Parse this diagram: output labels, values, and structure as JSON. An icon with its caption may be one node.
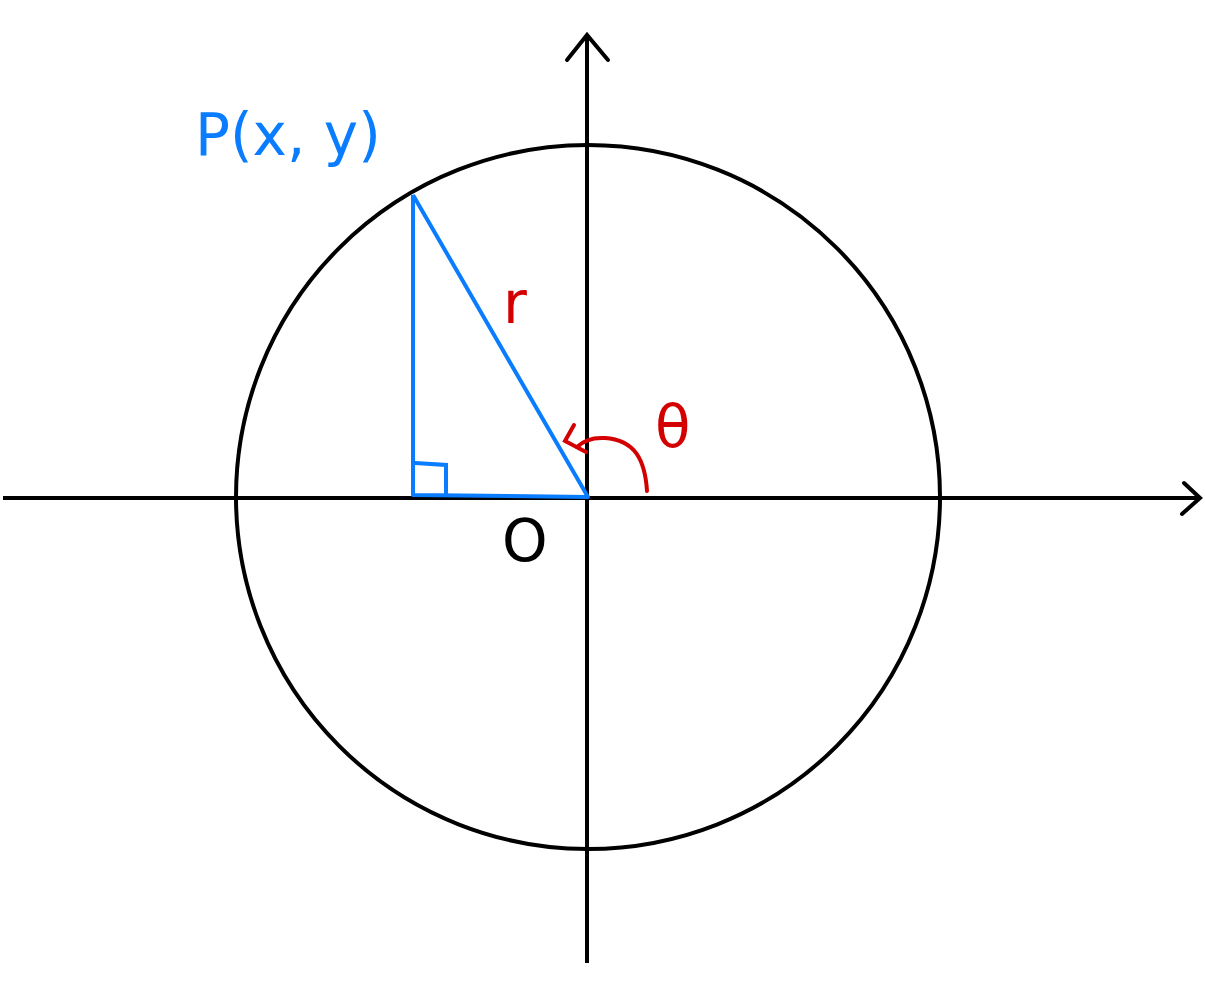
{
  "diagram": {
    "labels": [
      "P(x, y)",
      "r",
      "θ",
      "O"
    ]
  }
}
